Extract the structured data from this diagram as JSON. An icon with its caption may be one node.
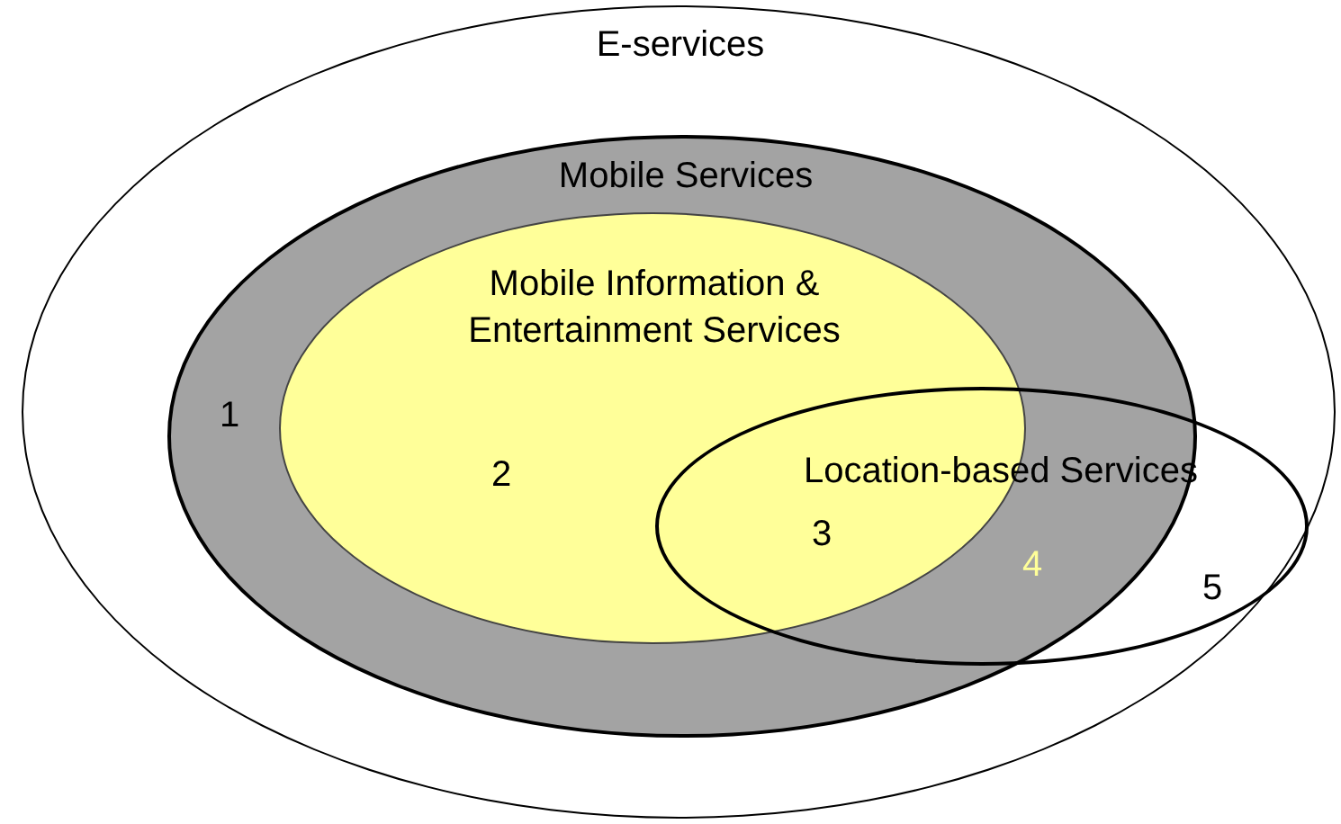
{
  "diagram": {
    "nodes": [
      {
        "text": [
          "E-services"
        ]
      },
      {
        "text": [
          "Mobile Services"
        ],
        "in": 0
      },
      {
        "text": [
          "Mobile Information & Entertainment Services"
        ],
        "in": 1
      },
      {
        "text": [
          "Location-based Services"
        ],
        "in": 0
      }
    ],
    "edges": [],
    "labels": [
      "1",
      "2",
      "3",
      "4",
      "5"
    ]
  }
}
